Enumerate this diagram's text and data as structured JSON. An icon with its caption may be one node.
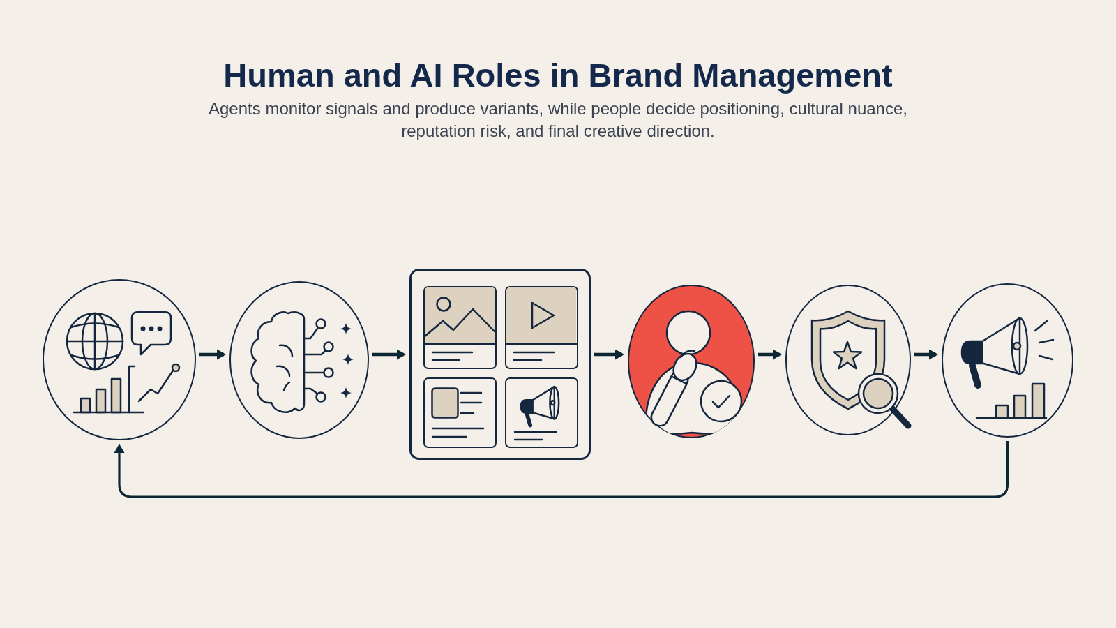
{
  "diagram": {
    "title": "Human and AI Roles in Brand Management",
    "nodes": [
      {
        "text": [],
        "shape": "circle"
      },
      {
        "text": [],
        "shape": "circle"
      },
      {
        "text": [],
        "shape": "box"
      },
      {
        "text": [],
        "shape": "circle"
      },
      {
        "text": [],
        "shape": "circle"
      },
      {
        "text": [],
        "shape": "circle"
      }
    ],
    "edges": [
      {
        "from": 0,
        "to": 1,
        "arrow": "to"
      },
      {
        "from": 1,
        "to": 2,
        "arrow": "to"
      },
      {
        "from": 2,
        "to": 3,
        "arrow": "to"
      },
      {
        "from": 3,
        "to": 4,
        "arrow": "to"
      },
      {
        "from": 4,
        "to": 5,
        "arrow": "to"
      },
      {
        "from": 5,
        "to": 0,
        "arrow": "to"
      }
    ],
    "labels": [
      "Agents monitor signals and produce variants, while people decide positioning, cultural nuance, reputation risk, and final creative direction."
    ]
  }
}
